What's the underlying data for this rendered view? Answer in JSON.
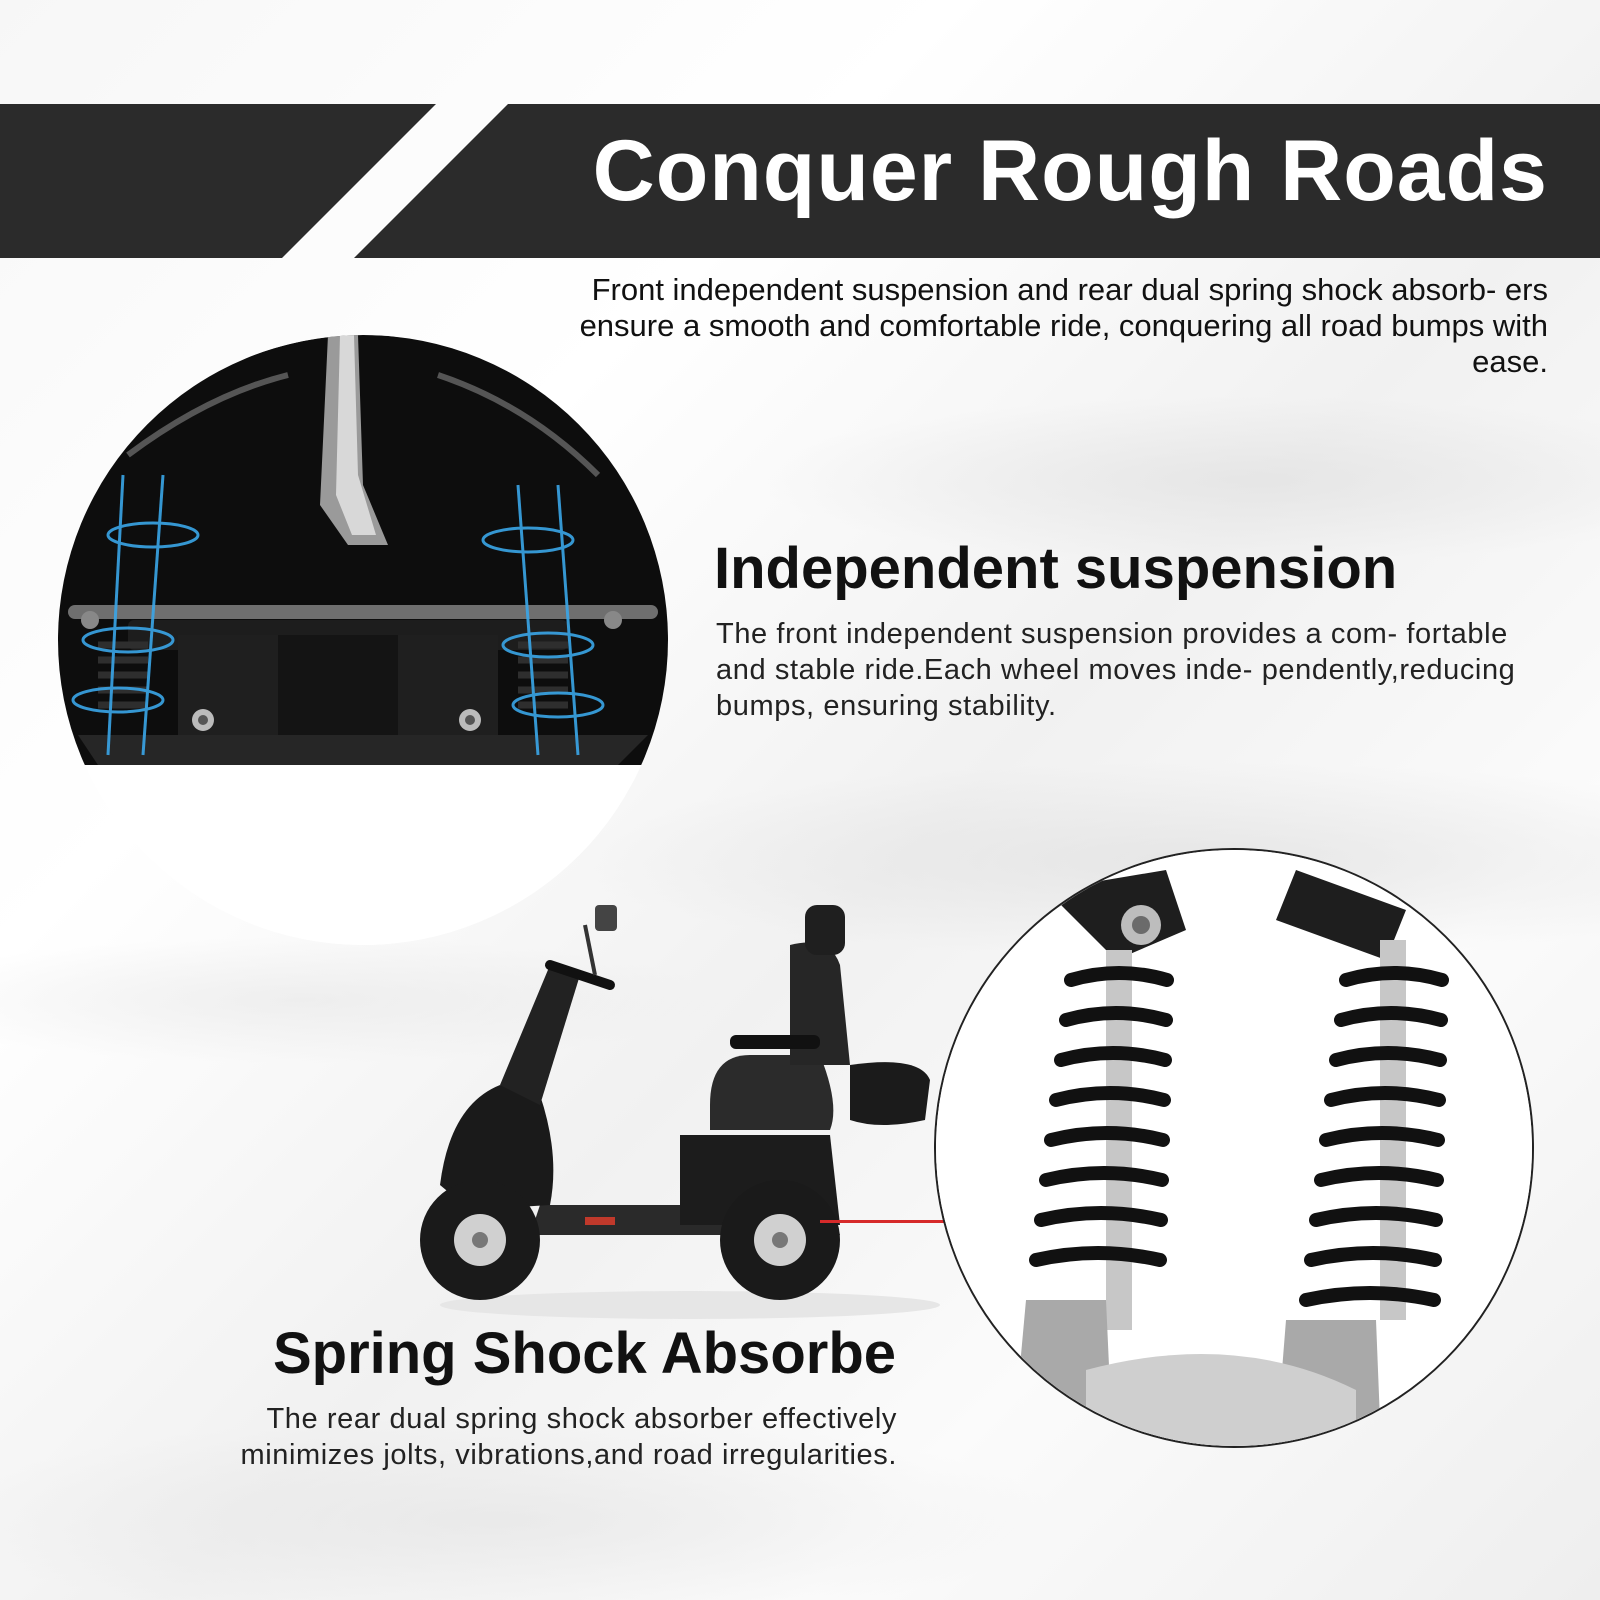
{
  "banner": {
    "title": "Conquer Rough Roads"
  },
  "intro": {
    "text": "Front independent suspension and rear dual spring shock absorb- ers ensure a smooth and comfortable ride, conquering all road bumps with ease."
  },
  "features": [
    {
      "title": "Independent suspension",
      "text": "The front independent suspension provides a com- fortable and stable ride.Each wheel moves inde- pendently,reducing bumps, ensuring stability."
    },
    {
      "title": "Spring Shock Absorbe",
      "text": "The rear dual spring shock absorber effectively minimizes jolts, vibrations,and road irregularities."
    }
  ],
  "colors": {
    "banner": "#2b2b2b",
    "accent_line": "#d62a2a",
    "suspension_glow": "#3aa6e8"
  }
}
